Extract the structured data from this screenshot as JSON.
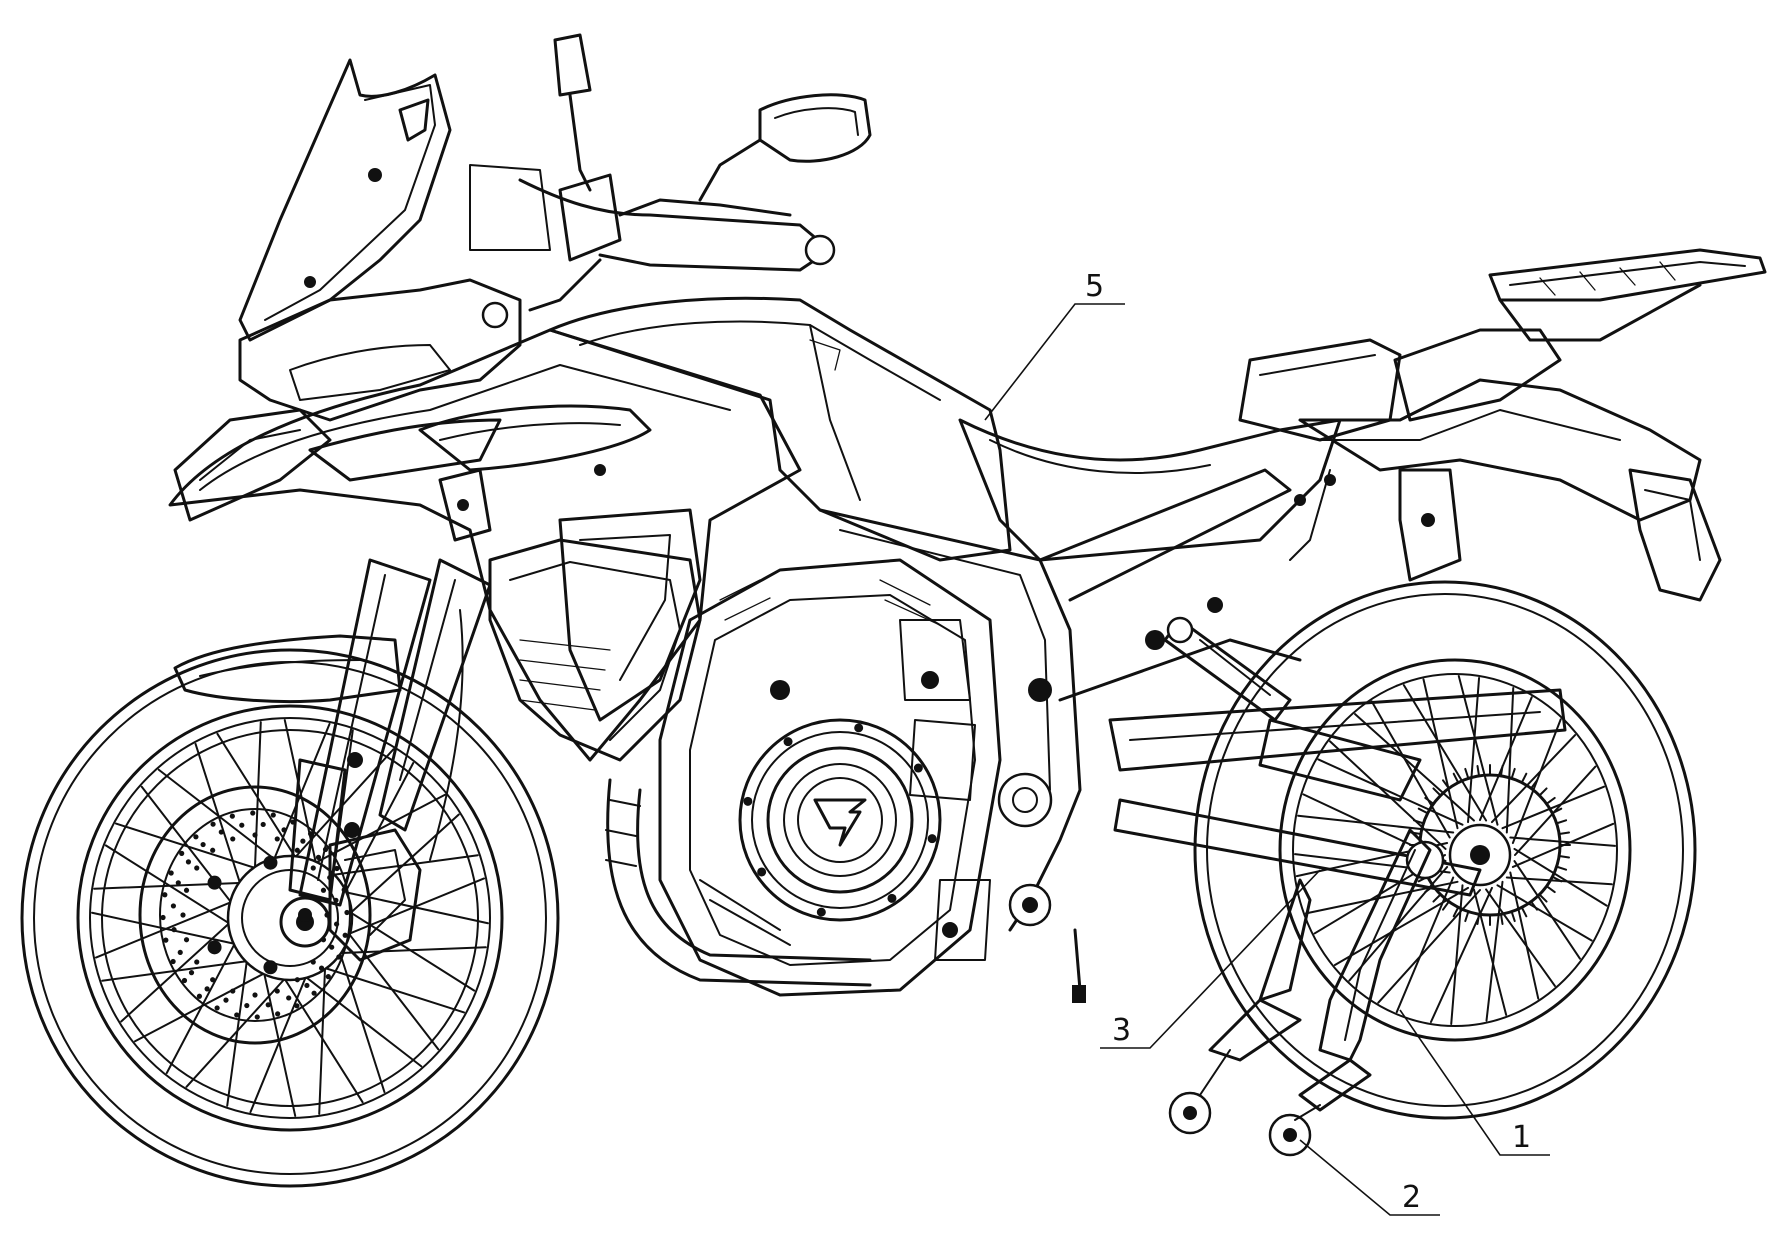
{
  "callouts": [
    {
      "id": "5",
      "label": "5"
    },
    {
      "id": "3",
      "label": "3"
    },
    {
      "id": "2",
      "label": "2"
    },
    {
      "id": "1",
      "label": "1"
    }
  ]
}
